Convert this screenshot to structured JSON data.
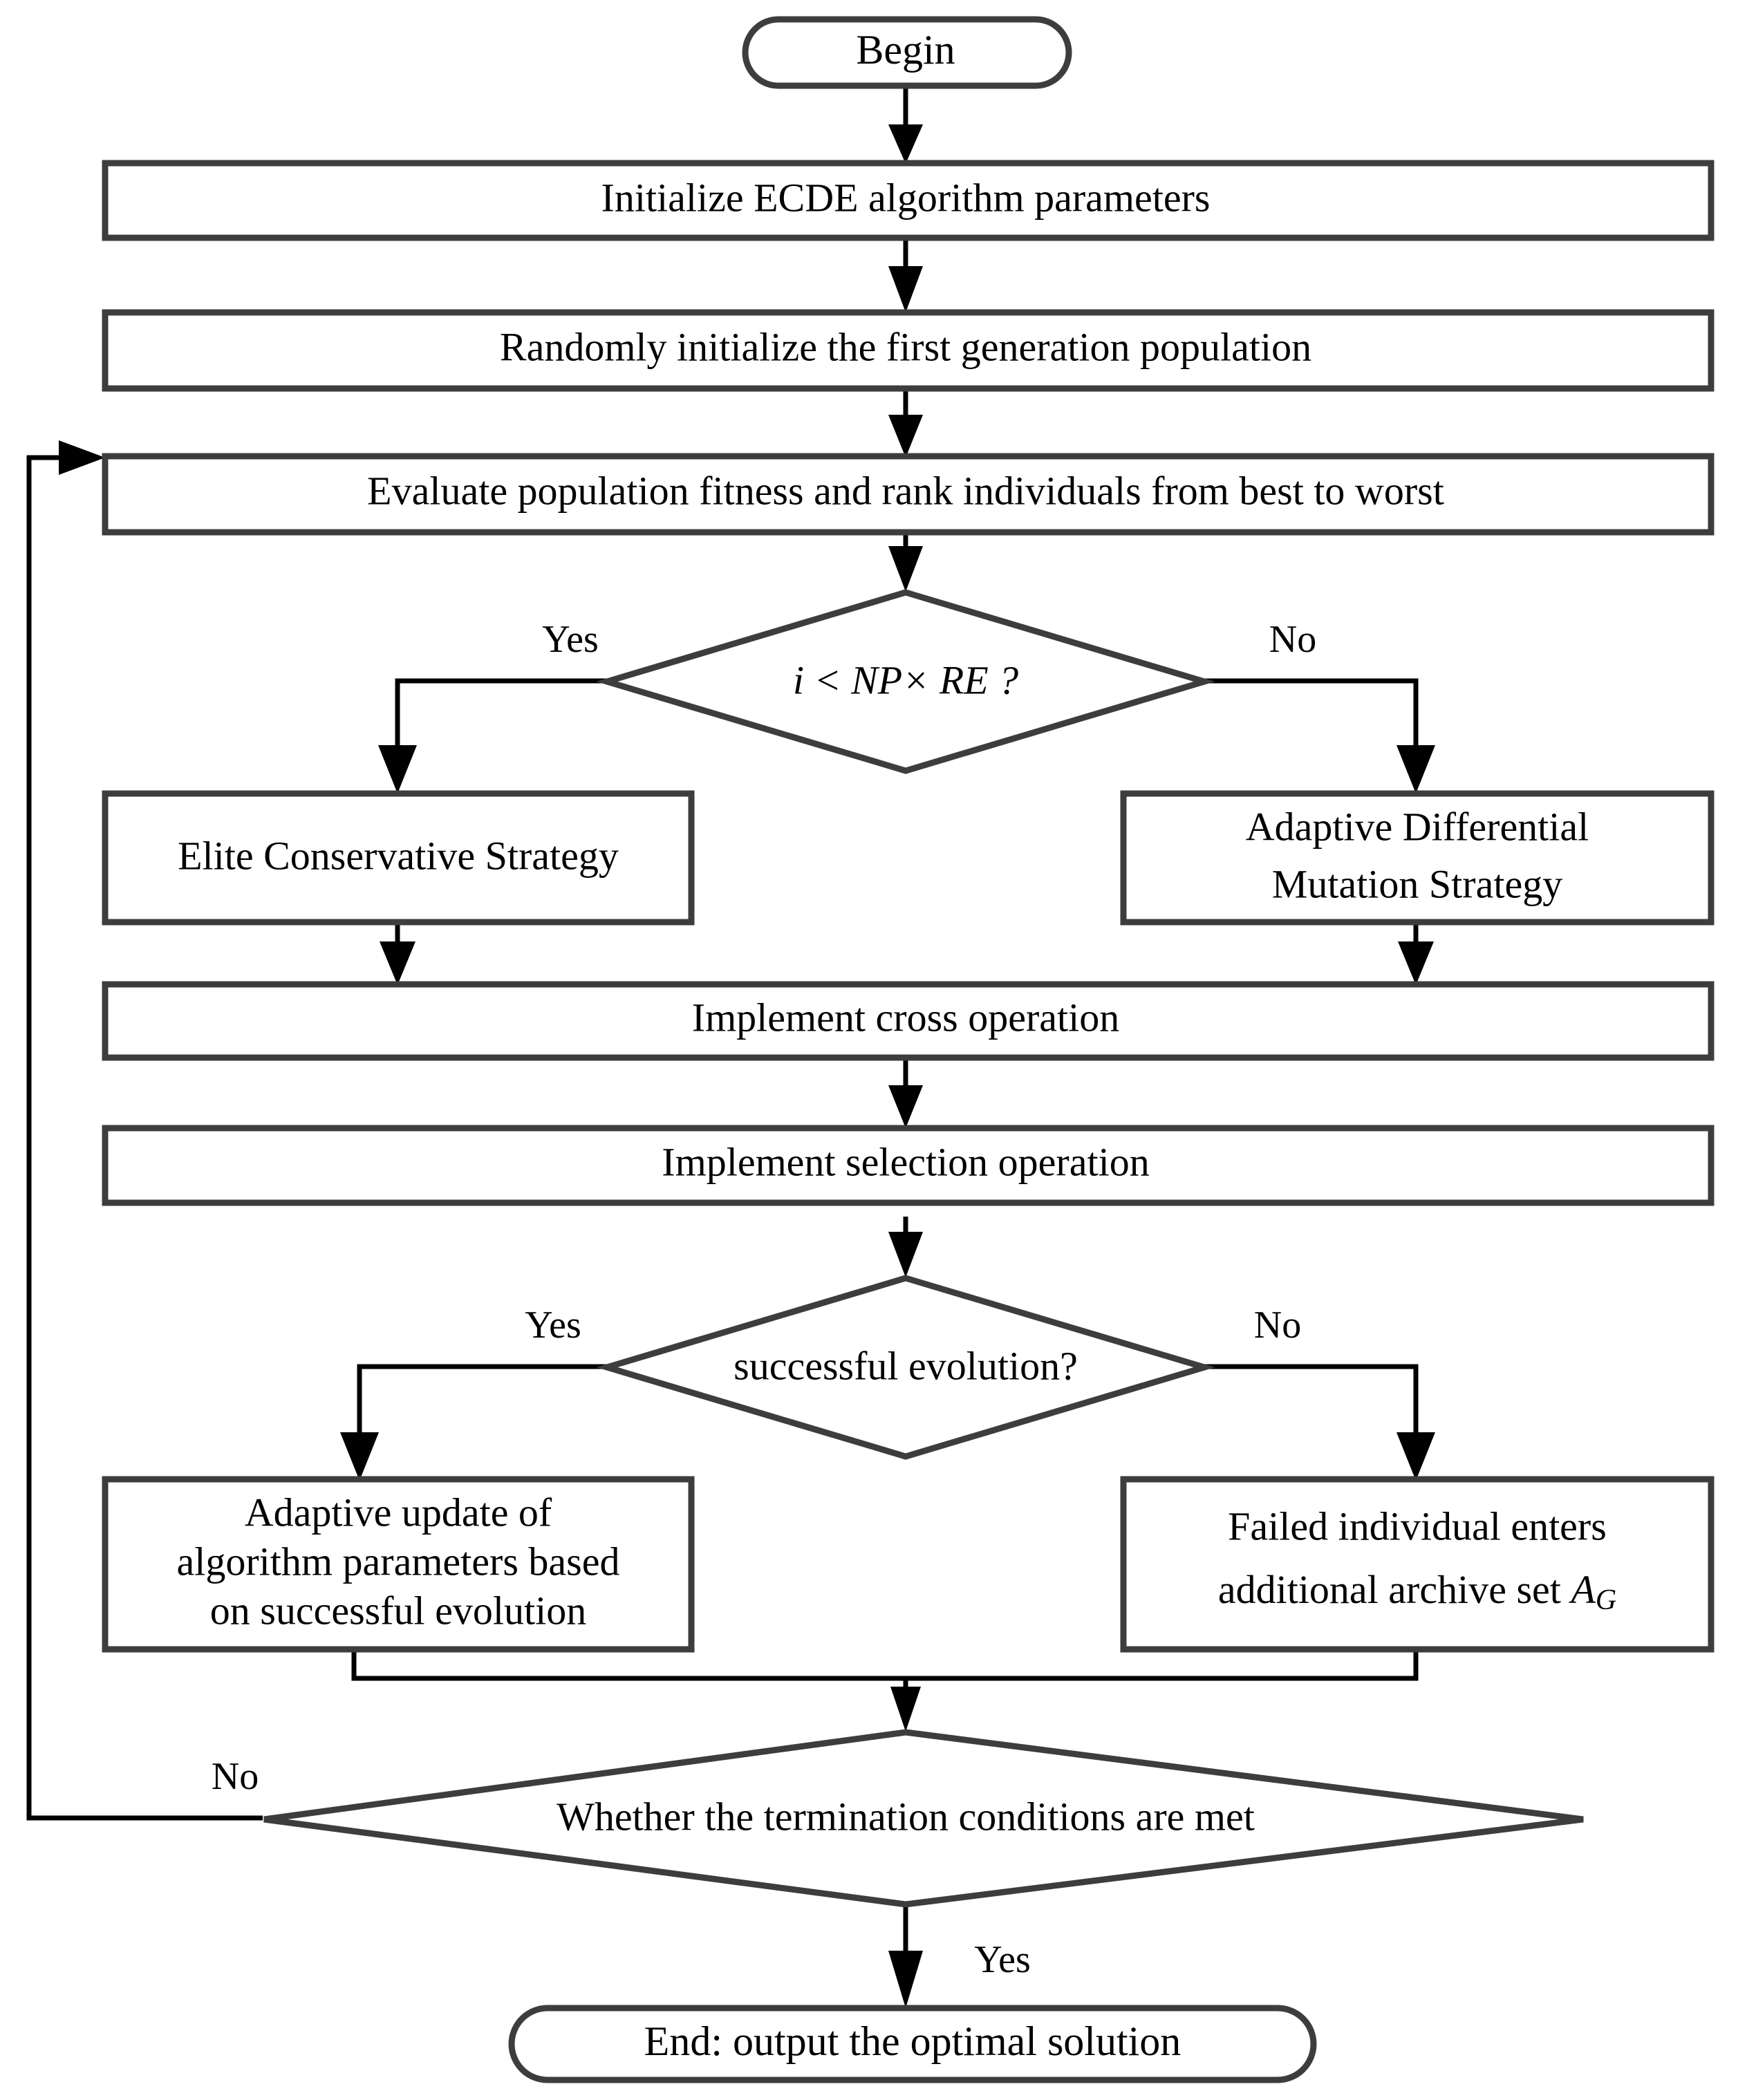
{
  "diagram": {
    "title": "ECDE algorithm flowchart",
    "colors": {
      "shape_stroke": "#3d3d3d",
      "connector": "#000000",
      "background": "#ffffff",
      "text": "#000000"
    },
    "nodes": {
      "begin": {
        "label": "Begin",
        "shape": "terminator"
      },
      "init_params": {
        "label": "Initialize ECDE algorithm parameters",
        "shape": "process"
      },
      "init_population": {
        "label": "Randomly initialize the first generation population",
        "shape": "process"
      },
      "evaluate": {
        "label": "Evaluate population fitness and rank individuals from best to worst",
        "shape": "process"
      },
      "decision_np_re": {
        "label": "i < NP× RE ?",
        "label_parts": {
          "i": "i",
          "lt": "<",
          "np": "NP",
          "times": "×",
          "re": "RE",
          "q": "?"
        },
        "shape": "decision"
      },
      "elite_strategy": {
        "label": "Elite Conservative Strategy",
        "shape": "process"
      },
      "adaptive_mutation": {
        "line1": "Adaptive Differential",
        "line2": "Mutation Strategy",
        "shape": "process"
      },
      "cross_operation": {
        "label": "Implement cross operation",
        "shape": "process"
      },
      "selection_operation": {
        "label": "Implement selection operation",
        "shape": "process"
      },
      "decision_success": {
        "label": "successful evolution?",
        "shape": "decision"
      },
      "adaptive_update": {
        "line1": "Adaptive update of",
        "line2": "algorithm parameters based",
        "line3": "on successful evolution",
        "shape": "process"
      },
      "failed_archive": {
        "line1": "Failed individual enters",
        "line2_pre": "additional archive set ",
        "line2_var": "A",
        "line2_sub": "G",
        "shape": "process"
      },
      "decision_termination": {
        "label": "Whether the termination conditions are met",
        "shape": "decision"
      },
      "end": {
        "label": "End: output the optimal solution",
        "shape": "terminator"
      }
    },
    "edge_labels": {
      "np_re_yes": "Yes",
      "np_re_no": "No",
      "success_yes": "Yes",
      "success_no": "No",
      "termination_no": "No",
      "termination_yes": "Yes"
    }
  }
}
